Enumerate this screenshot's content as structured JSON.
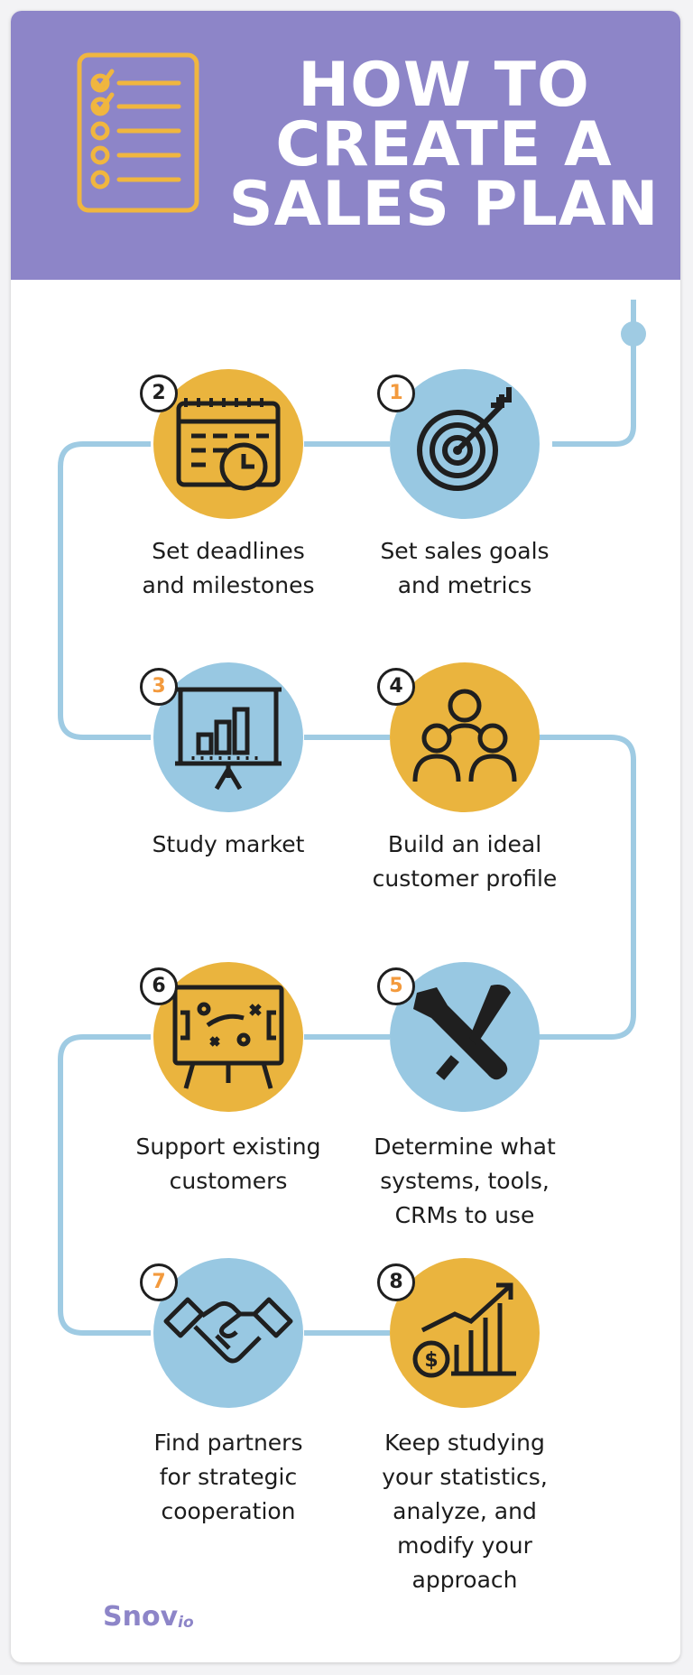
{
  "header": {
    "title_lines": [
      "HOW TO",
      "CREATE A",
      "SALES PLAN"
    ],
    "icon": "checklist-icon",
    "background": "#8d85c8"
  },
  "colors": {
    "yellow": "#eab43e",
    "blue": "#98c8e2",
    "path": "#9fcbe3",
    "ink": "#1f1f1f",
    "orange_number": "#f39a3d"
  },
  "steps": [
    {
      "number": "1",
      "number_color": "#f39a3d",
      "icon": "target-arrow-icon",
      "fill": "blue",
      "lines": [
        "Set sales goals",
        "and metrics"
      ]
    },
    {
      "number": "2",
      "number_color": "#1f1f1f",
      "icon": "calendar-clock-icon",
      "fill": "yellow",
      "lines": [
        "Set deadlines",
        "and milestones"
      ]
    },
    {
      "number": "3",
      "number_color": "#f39a3d",
      "icon": "presentation-chart-icon",
      "fill": "blue",
      "lines": [
        "Study market"
      ]
    },
    {
      "number": "4",
      "number_color": "#1f1f1f",
      "icon": "people-group-icon",
      "fill": "yellow",
      "lines": [
        "Build an ideal",
        "customer profile"
      ]
    },
    {
      "number": "5",
      "number_color": "#f39a3d",
      "icon": "tools-icon",
      "fill": "blue",
      "lines": [
        "Determine what",
        "systems, tools,",
        "CRMs to use"
      ]
    },
    {
      "number": "6",
      "number_color": "#1f1f1f",
      "icon": "strategy-board-icon",
      "fill": "yellow",
      "lines": [
        "Support existing",
        "customers"
      ]
    },
    {
      "number": "7",
      "number_color": "#f39a3d",
      "icon": "handshake-icon",
      "fill": "blue",
      "lines": [
        "Find partners",
        "for strategic",
        "cooperation"
      ]
    },
    {
      "number": "8",
      "number_color": "#1f1f1f",
      "icon": "growth-chart-icon",
      "fill": "yellow",
      "lines": [
        "Keep studying",
        "your statistics,",
        "analyze, and",
        "modify your",
        "approach"
      ]
    }
  ],
  "footer": {
    "brand": "Snov",
    "brand_suffix": "io"
  }
}
